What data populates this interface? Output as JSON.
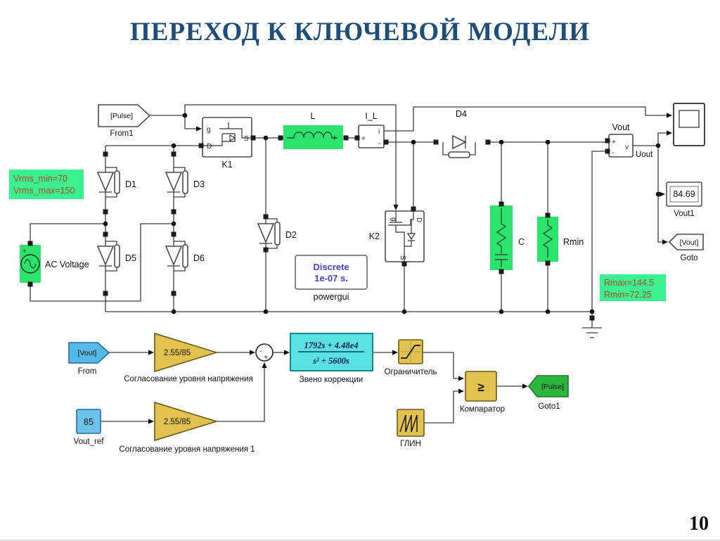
{
  "slide": {
    "title": "ПЕРЕХОД К КЛЮЧЕВОЙ МОДЕЛИ",
    "page_number": "10"
  },
  "colors": {
    "title_blue": "#1e4e7c",
    "block_green": "#2ae46c",
    "annotation_green": "#3bf08e",
    "annotation_text": "#b5472b",
    "gain_yellow": "#e2c24e",
    "tf_cyan": "#58e2e2",
    "tag_blue": "#57b7e6",
    "goto_green": "#2db63c",
    "powergui_text": "#4545cc"
  },
  "annotations": {
    "vrms_line1": "Vrms_min=70",
    "vrms_line2": "Vrms_max=150",
    "rload_line1": "Rmax=144.5",
    "rload_line2": "Rmin=72.25"
  },
  "power_stage": {
    "from1": {
      "tag": "[Pulse]",
      "label": "From1"
    },
    "k1": {
      "label": "K1",
      "port_g": "g",
      "port_d": "D",
      "port_s": "S"
    },
    "inductor": {
      "label": "L"
    },
    "current_meter": {
      "label": "I_L",
      "port_plus": "+",
      "port_i": "i",
      "port_minus": "-"
    },
    "d1": {
      "label": "D1"
    },
    "d2": {
      "label": "D2"
    },
    "d3": {
      "label": "D3"
    },
    "d4": {
      "label": "D4"
    },
    "d5": {
      "label": "D5"
    },
    "d6": {
      "label": "D6"
    },
    "ac_source": {
      "label": "AC Voltage"
    },
    "k2": {
      "label": "K2",
      "port_g": "g",
      "port_d": "D",
      "port_s": "S"
    },
    "cap": {
      "label": "C"
    },
    "rmin": {
      "label": "Rmin"
    },
    "powergui": {
      "line1": "Discrete",
      "line2": "1e-07 s.",
      "label": "powergui"
    },
    "voltmeter": {
      "label": "Vout",
      "port_plus": "+",
      "port_minus": "-",
      "port_v": "v",
      "wire_label": "Uout"
    },
    "display": {
      "value": "84.69",
      "label": "Vout1"
    },
    "goto_vout": {
      "tag": "[Vout]",
      "label": "Goto"
    }
  },
  "control_loop": {
    "from_vout": {
      "tag": "[Vout]",
      "label": "From"
    },
    "gain1": {
      "value": "2.55/85",
      "label": "Согласование уровня напряжения"
    },
    "vref": {
      "value": "85",
      "label": "Vout_ref"
    },
    "gain2": {
      "value": "2.55/85",
      "label": "Согласование уровня напряжения 1"
    },
    "sum": {
      "sign_minus": "-",
      "sign_plus": "+"
    },
    "tf": {
      "numerator": "1792s + 4.48e4",
      "denominator": "s² + 5600s",
      "label": "Звено коррекции"
    },
    "saturation": {
      "label": "Ограничитель"
    },
    "comparator": {
      "symbol": "≥",
      "label": "Компаратор"
    },
    "ramp": {
      "label": "ГЛИН"
    },
    "goto1": {
      "tag": "[Pulse]",
      "label": "Goto1"
    }
  }
}
